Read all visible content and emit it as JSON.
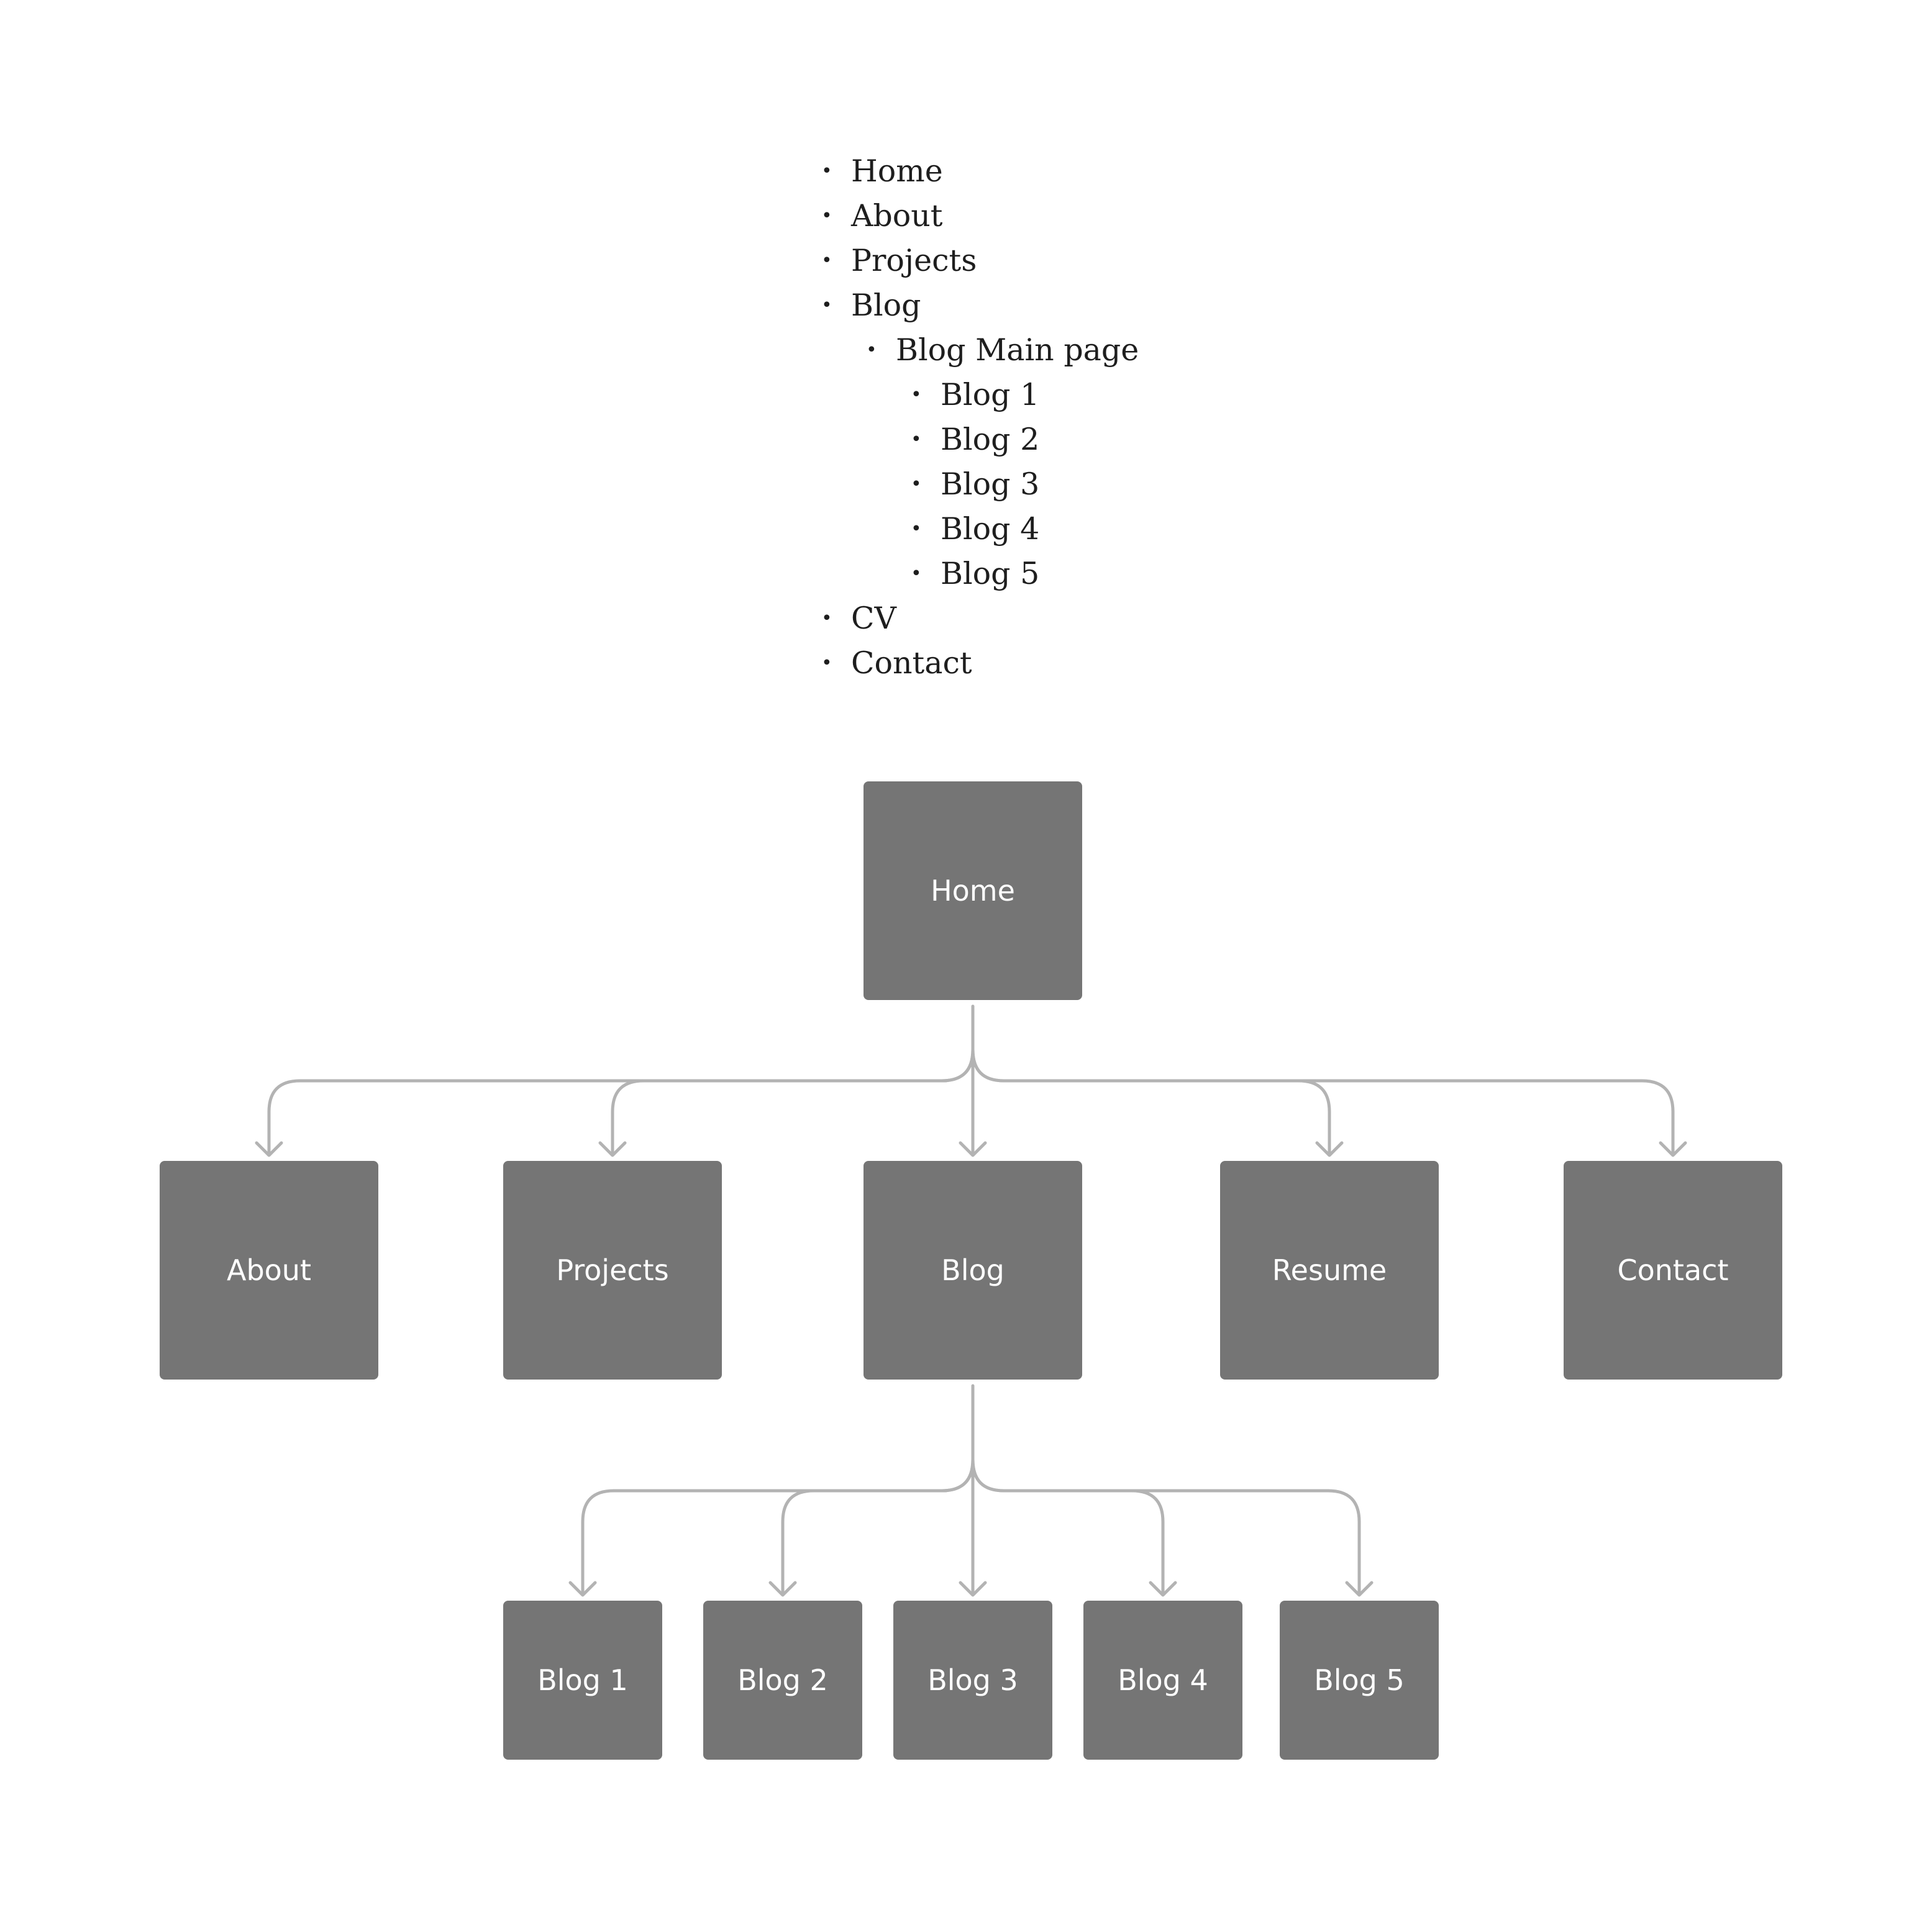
{
  "outline": [
    {
      "label": "Home",
      "level": 0
    },
    {
      "label": "About",
      "level": 0
    },
    {
      "label": "Projects",
      "level": 0
    },
    {
      "label": "Blog",
      "level": 0
    },
    {
      "label": "Blog Main page",
      "level": 1
    },
    {
      "label": "Blog 1",
      "level": 2
    },
    {
      "label": "Blog 2",
      "level": 2
    },
    {
      "label": "Blog 3",
      "level": 2
    },
    {
      "label": "Blog 4",
      "level": 2
    },
    {
      "label": "Blog 5",
      "level": 2
    },
    {
      "label": "CV",
      "level": 0
    },
    {
      "label": "Contact",
      "level": 0
    }
  ],
  "tree": {
    "root": "Home",
    "level1": [
      "About",
      "Projects",
      "Blog",
      "Resume",
      "Contact"
    ],
    "level2": [
      "Blog 1",
      "Blog 2",
      "Blog 3",
      "Blog 4",
      "Blog 5"
    ]
  },
  "colors": {
    "node_fill": "#757575",
    "node_text": "#ffffff",
    "connector": "#b3b3b3",
    "list_text": "#1e1e1e"
  }
}
